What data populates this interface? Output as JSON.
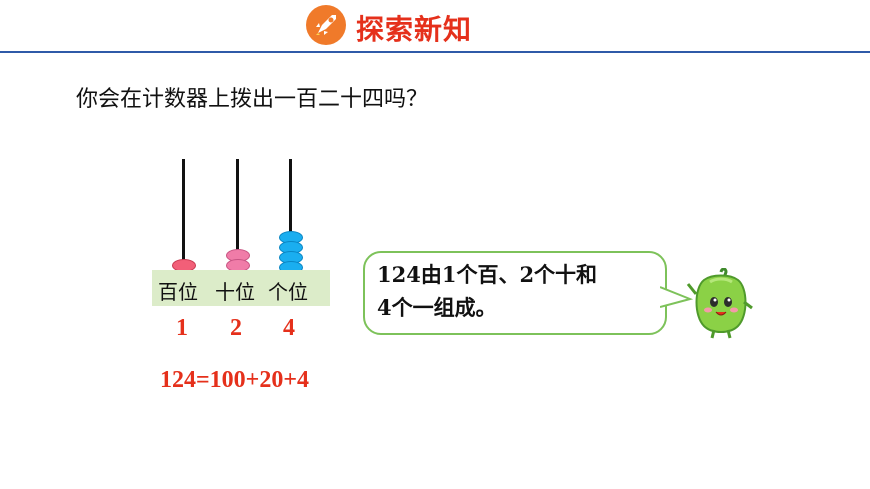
{
  "header": {
    "title": "探索新知",
    "icon": "rocket-icon",
    "accent_color": "#e5301b",
    "line_color": "#2f5aa8"
  },
  "question": "你会在计数器上拨出一百二十四吗？",
  "abacus": {
    "places": [
      {
        "label": "百位",
        "beads": 1,
        "digit": "1",
        "color": "#f25f78"
      },
      {
        "label": "十位",
        "beads": 2,
        "digit": "2",
        "color": "#f07ca8"
      },
      {
        "label": "个位",
        "beads": 4,
        "digit": "4",
        "color": "#1aaef0"
      }
    ]
  },
  "equation": "124=100+20+4",
  "bubble": {
    "line1": "124由1个百、2个十和",
    "line2": "4个一组成。",
    "border_color": "#7dc25a"
  },
  "mascot": "green-pepper-mascot"
}
